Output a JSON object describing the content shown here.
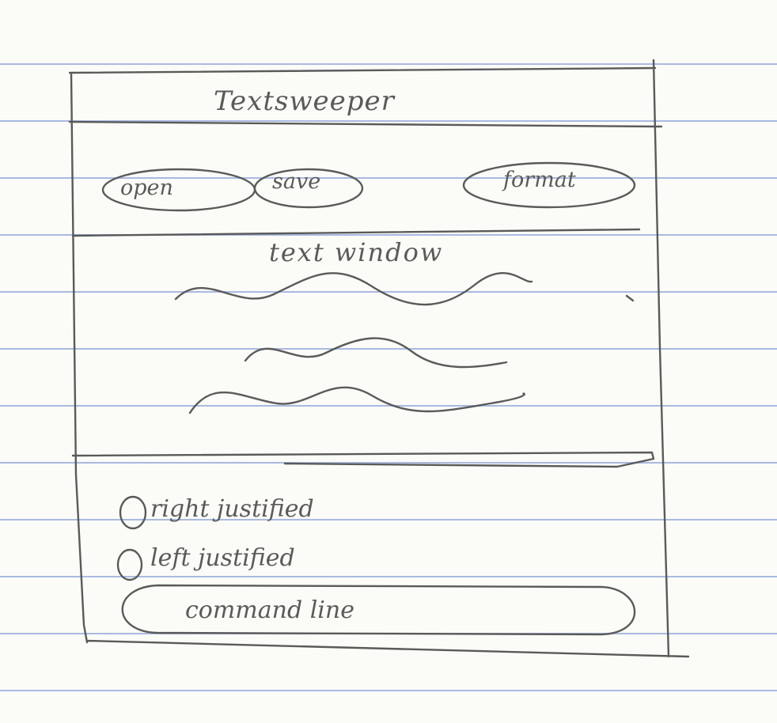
{
  "app": {
    "title": "Textsweeper"
  },
  "toolbar": {
    "open_label": "open",
    "save_label": "save",
    "format_label": "format"
  },
  "editor": {
    "label": "text window"
  },
  "options": {
    "right_justified_label": "right justified",
    "left_justified_label": "left justified"
  },
  "command": {
    "label": "command line"
  },
  "colors": {
    "pencil": "#5a5a5a",
    "paper": "#fbfbf8",
    "rule_line": "#a9b9e0"
  }
}
